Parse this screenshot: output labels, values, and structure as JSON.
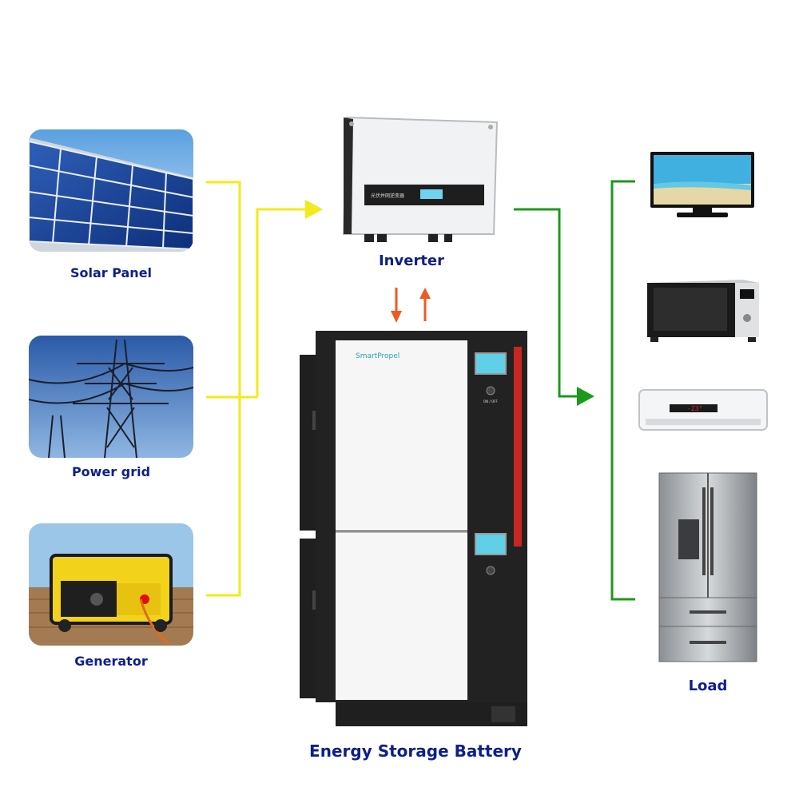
{
  "sources": [
    {
      "label": "Solar Panel",
      "icon": "solar-panel-icon"
    },
    {
      "label": "Power grid",
      "icon": "power-tower-icon"
    },
    {
      "label": "Generator",
      "icon": "generator-icon"
    }
  ],
  "inverter": {
    "label": "Inverter",
    "display_text": "光伏并网逆变器"
  },
  "battery": {
    "label": "Energy Storage Battery",
    "brand": "SmartPropel",
    "button_text": "ON / OFF"
  },
  "loads": {
    "label": "Load",
    "items": [
      "tv-icon",
      "microwave-icon",
      "air-conditioner-icon",
      "refrigerator-icon"
    ],
    "ac_display": "-23°"
  },
  "colors": {
    "input_line": "#f2ea1c",
    "output_line": "#1c9a1c",
    "charge_arrow": "#ef5a1f",
    "label": "#0d1f8c"
  }
}
